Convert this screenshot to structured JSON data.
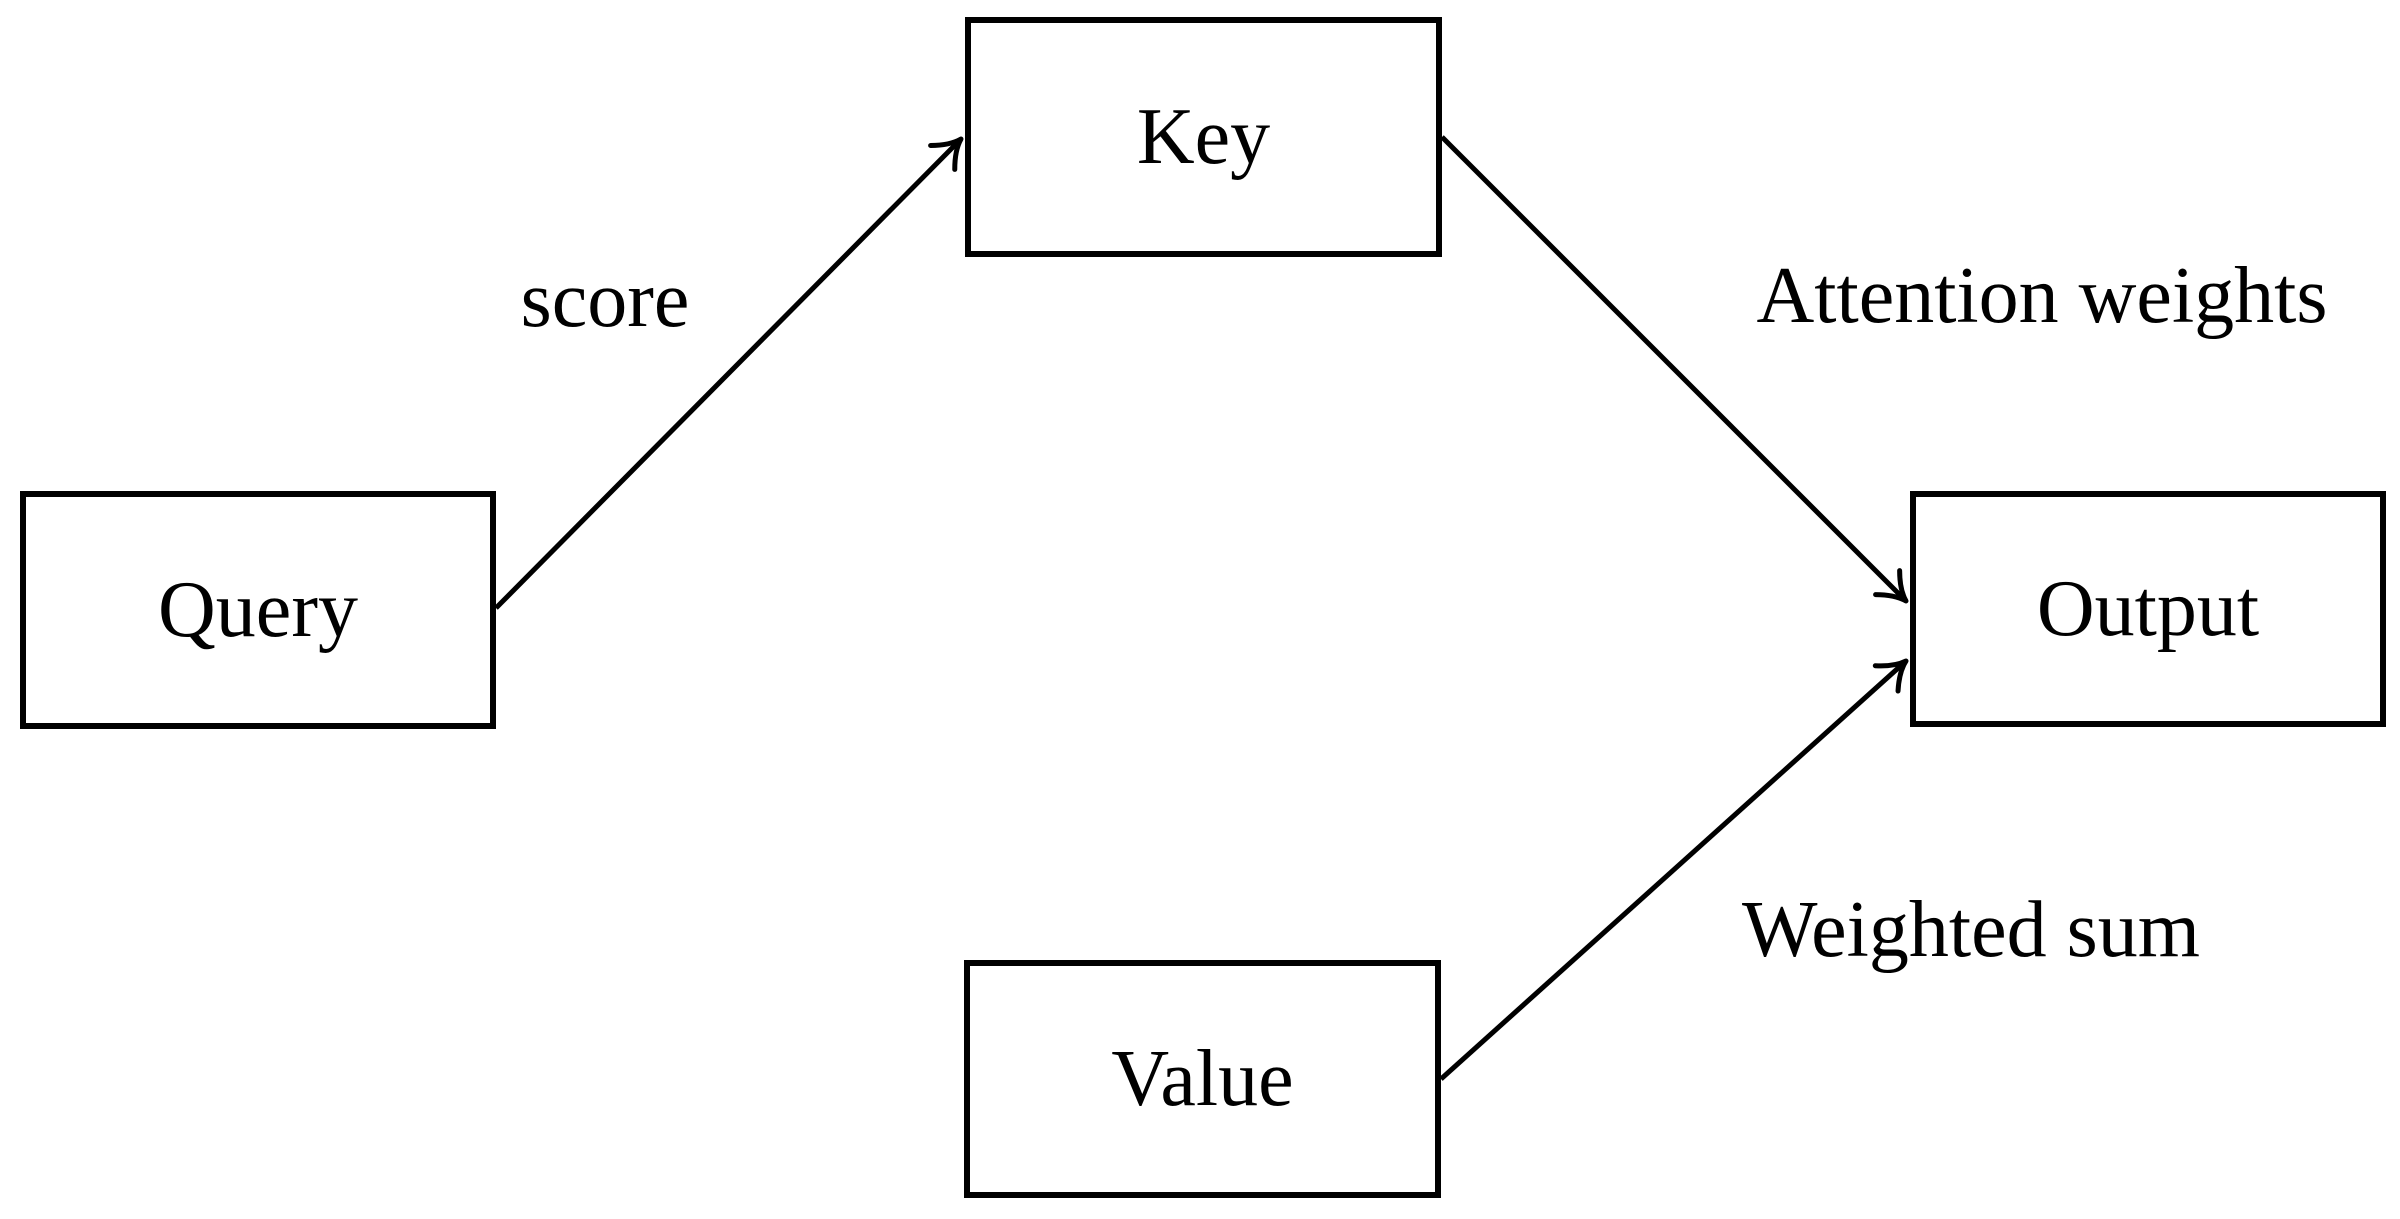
{
  "diagram": {
    "nodes": [
      {
        "id": "query",
        "label": "Query"
      },
      {
        "id": "key",
        "label": "Key"
      },
      {
        "id": "value",
        "label": "Value"
      },
      {
        "id": "output",
        "label": "Output"
      }
    ],
    "edges": [
      {
        "from": "Query",
        "to": "Key",
        "label": "score"
      },
      {
        "from": "Key",
        "to": "Output",
        "label": "Attention weights"
      },
      {
        "from": "Value",
        "to": "Output",
        "label": "Weighted sum"
      }
    ],
    "colors": {
      "stroke": "#000000",
      "text": "#000000",
      "background": "#ffffff"
    }
  }
}
